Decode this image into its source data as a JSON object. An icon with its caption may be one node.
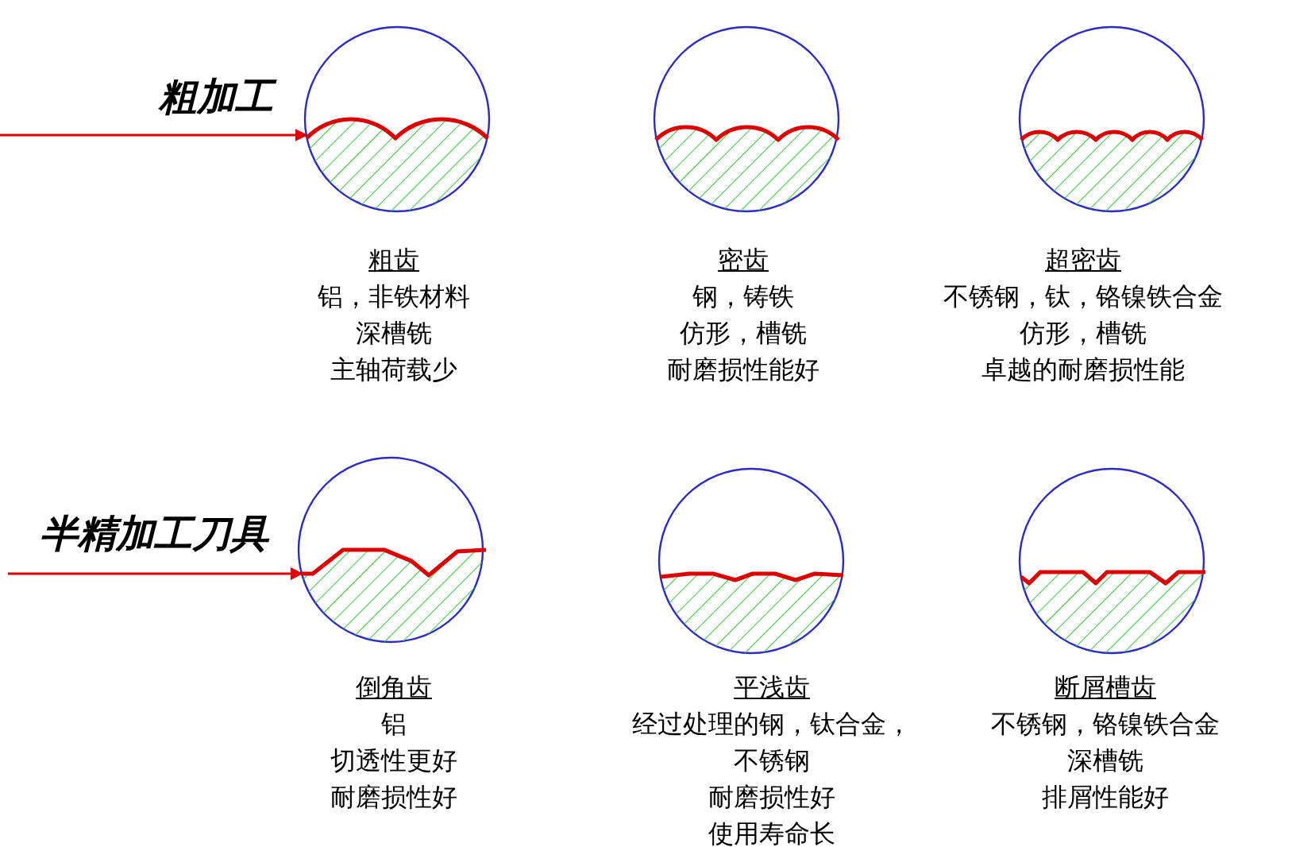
{
  "diagram": {
    "nodes": [
      {
        "text": [],
        "shape": "circle",
        "beside": [
          "粗齿",
          "铝，非铁材料",
          "深槽铣",
          "主轴荷载少"
        ]
      },
      {
        "text": [],
        "shape": "circle",
        "beside": [
          "密齿",
          "钢，铸铁",
          "仿形，槽铣",
          "耐磨损性能好"
        ]
      },
      {
        "text": [],
        "shape": "circle",
        "beside": [
          "超密齿",
          "不锈钢，钛，铬镍铁合金",
          "仿形，槽铣",
          "卓越的耐磨损性能"
        ]
      },
      {
        "text": [],
        "shape": "circle",
        "beside": [
          "倒角齿",
          "铝",
          "切透性更好",
          "耐磨损性好"
        ]
      },
      {
        "text": [],
        "shape": "circle",
        "beside": [
          "平浅齿",
          "经过处理的钢，钛合金，不锈钢",
          "耐磨损性好",
          "使用寿命长"
        ]
      },
      {
        "text": [],
        "shape": "circle",
        "beside": [
          "断屑槽齿",
          "不锈钢，铬镍铁合金",
          "深槽铣",
          "排屑性能好"
        ]
      }
    ],
    "edges": [
      {
        "from": null,
        "to": 0,
        "arrow": "to",
        "label": "粗加工"
      },
      {
        "from": null,
        "to": 3,
        "arrow": "to",
        "label": "半精加工刀具"
      }
    ]
  }
}
